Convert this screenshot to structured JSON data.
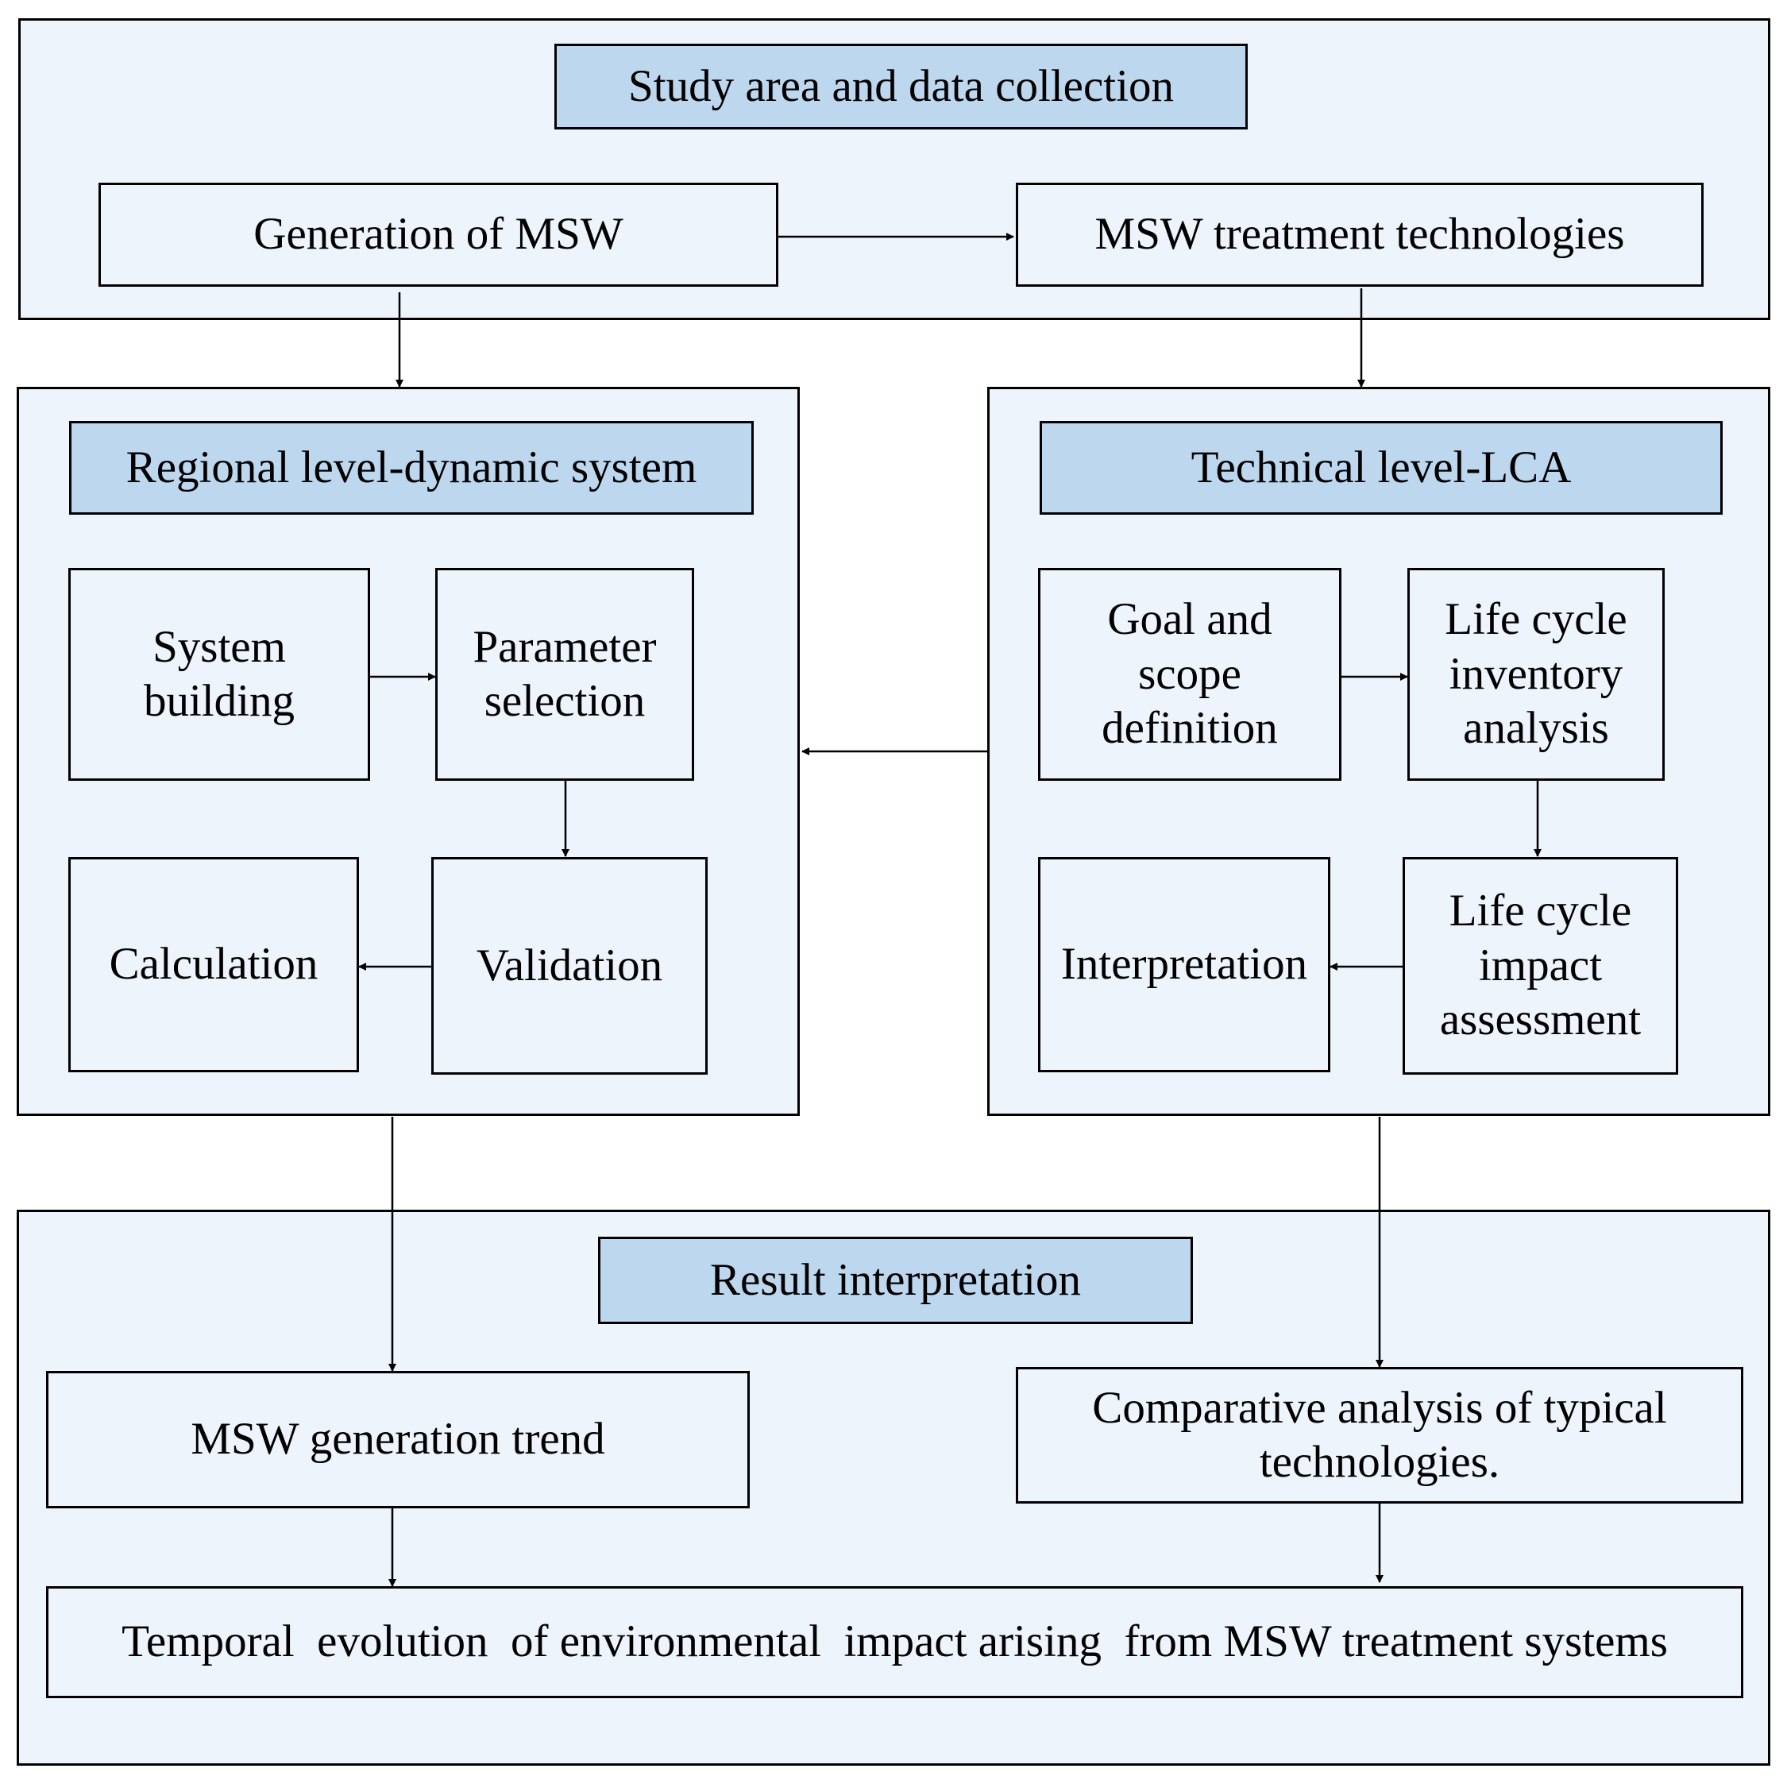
{
  "colors": {
    "panel_fill": "#eef4fb",
    "header_fill": "#bdd7ee",
    "border": "#000000"
  },
  "top": {
    "header": "Study area and data collection",
    "generation": "Generation of MSW",
    "treatment": "MSW treatment technologies"
  },
  "regional": {
    "header": "Regional level-dynamic system",
    "system_building": "System\nbuilding",
    "parameter_selection": "Parameter\nselection",
    "calculation": "Calculation",
    "validation": "Validation"
  },
  "technical": {
    "header": "Technical  level-LCA",
    "goal_scope": "Goal and\nscope\ndefinition",
    "inventory": "Life cycle\ninventory\nanalysis",
    "interpretation": "Interpretation",
    "impact_assessment": "Life cycle\nimpact\nassessment"
  },
  "result": {
    "header": "Result interpretation",
    "trend": "MSW generation trend",
    "comparative": "Comparative analysis of typical\ntechnologies.",
    "temporal": "Temporal  evolution  of environmental  impact arising  from MSW treatment systems"
  }
}
